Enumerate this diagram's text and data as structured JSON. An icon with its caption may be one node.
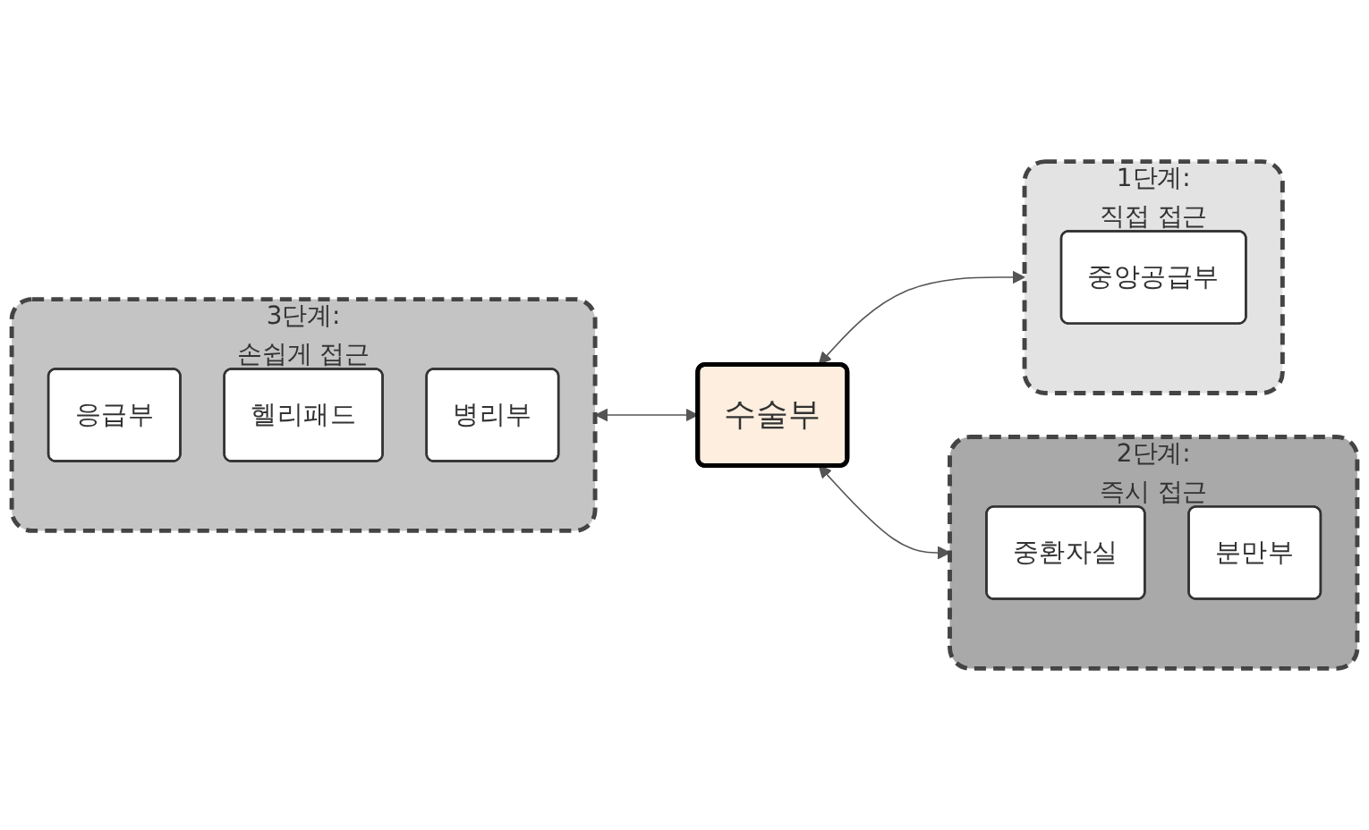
{
  "diagram": {
    "nodes": [
      {
        "text": [
          "1단계:",
          "직접 접근"
        ]
      },
      {
        "text": [
          "중앙공급부"
        ],
        "in": 0
      },
      {
        "text": [
          "2단계:",
          "즉시 접근"
        ]
      },
      {
        "text": [
          "중환자실"
        ],
        "in": 2
      },
      {
        "text": [
          "분만부"
        ],
        "in": 2
      },
      {
        "text": [
          "3단계:",
          "손쉽게 접근"
        ]
      },
      {
        "text": [
          "응급부"
        ],
        "in": 5
      },
      {
        "text": [
          "헬리패드"
        ],
        "in": 5
      },
      {
        "text": [
          "병리부"
        ],
        "in": 5
      },
      {
        "text": [
          "수술부"
        ]
      }
    ],
    "edges": [
      {
        "from": 9,
        "to": 0,
        "arrow": "both"
      },
      {
        "from": 9,
        "to": 2,
        "arrow": "both"
      },
      {
        "from": 5,
        "to": 9,
        "arrow": "both"
      }
    ]
  }
}
